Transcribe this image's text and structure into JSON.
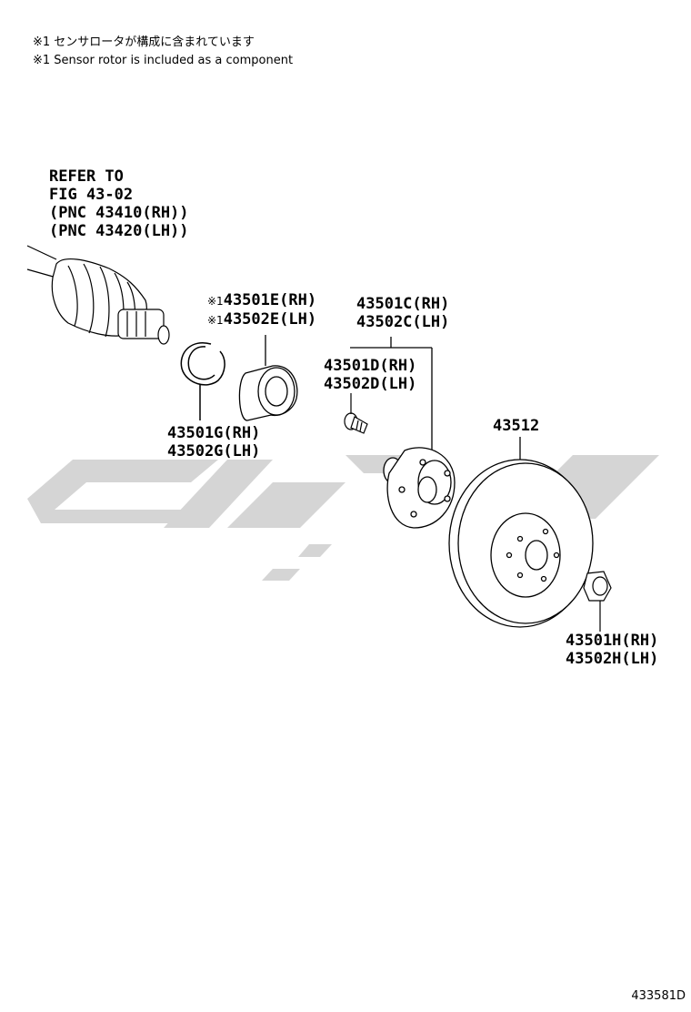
{
  "notes": {
    "jp": "※1 センサロータが構成に含まれています",
    "en": "※1 Sensor rotor is included as a component"
  },
  "refer": {
    "line1": "REFER TO",
    "line2": "FIG 43-02",
    "line3": "(PNC 43410(RH))",
    "line4": "(PNC 43420(LH))"
  },
  "parts": {
    "bearing": {
      "mark": "※1",
      "rh": "43501E(RH)",
      "lh": "43502E(LH)"
    },
    "hub": {
      "rh": "43501C(RH)",
      "lh": "43502C(LH)"
    },
    "bolt": {
      "rh": "43501D(RH)",
      "lh": "43502D(LH)"
    },
    "snap_ring": {
      "rh": "43501G(RH)",
      "lh": "43502G(LH)"
    },
    "disc": {
      "label": "43512"
    },
    "nut": {
      "rh": "43501H(RH)",
      "lh": "43502H(LH)"
    }
  },
  "figure_id": "433581D"
}
